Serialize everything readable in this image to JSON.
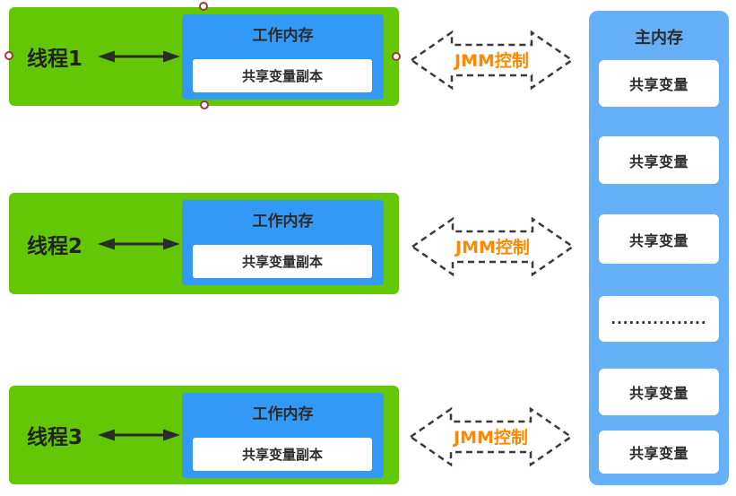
{
  "threads": [
    {
      "label": "线程1",
      "working_memory": "工作内存",
      "shared_copy": "共享变量副本"
    },
    {
      "label": "线程2",
      "working_memory": "工作内存",
      "shared_copy": "共享变量副本"
    },
    {
      "label": "线程3",
      "working_memory": "工作内存",
      "shared_copy": "共享变量副本"
    }
  ],
  "jmm_arrows": [
    {
      "label": "JMM控制"
    },
    {
      "label": "JMM控制"
    },
    {
      "label": "JMM控制"
    }
  ],
  "main_memory": {
    "title": "主内存",
    "slots": [
      "共享变量",
      "共享变量",
      "共享变量",
      "................",
      "共享变量",
      "共享变量"
    ]
  },
  "icons": {
    "thread_memory_link": "bidirectional-arrow-icon",
    "jmm_control_shape": "dashed-double-arrow-icon"
  },
  "colors": {
    "thread_box_green": "#63c706",
    "working_memory_blue": "#3399f7",
    "main_memory_blue": "#66b0f8",
    "slot_background": "#ffffff",
    "jmm_text_orange": "#ff8800",
    "dark_text": "#2b2b2b",
    "dashed_outline": "#3a3a3a",
    "selection_handle_red": "#9e3a3a"
  }
}
